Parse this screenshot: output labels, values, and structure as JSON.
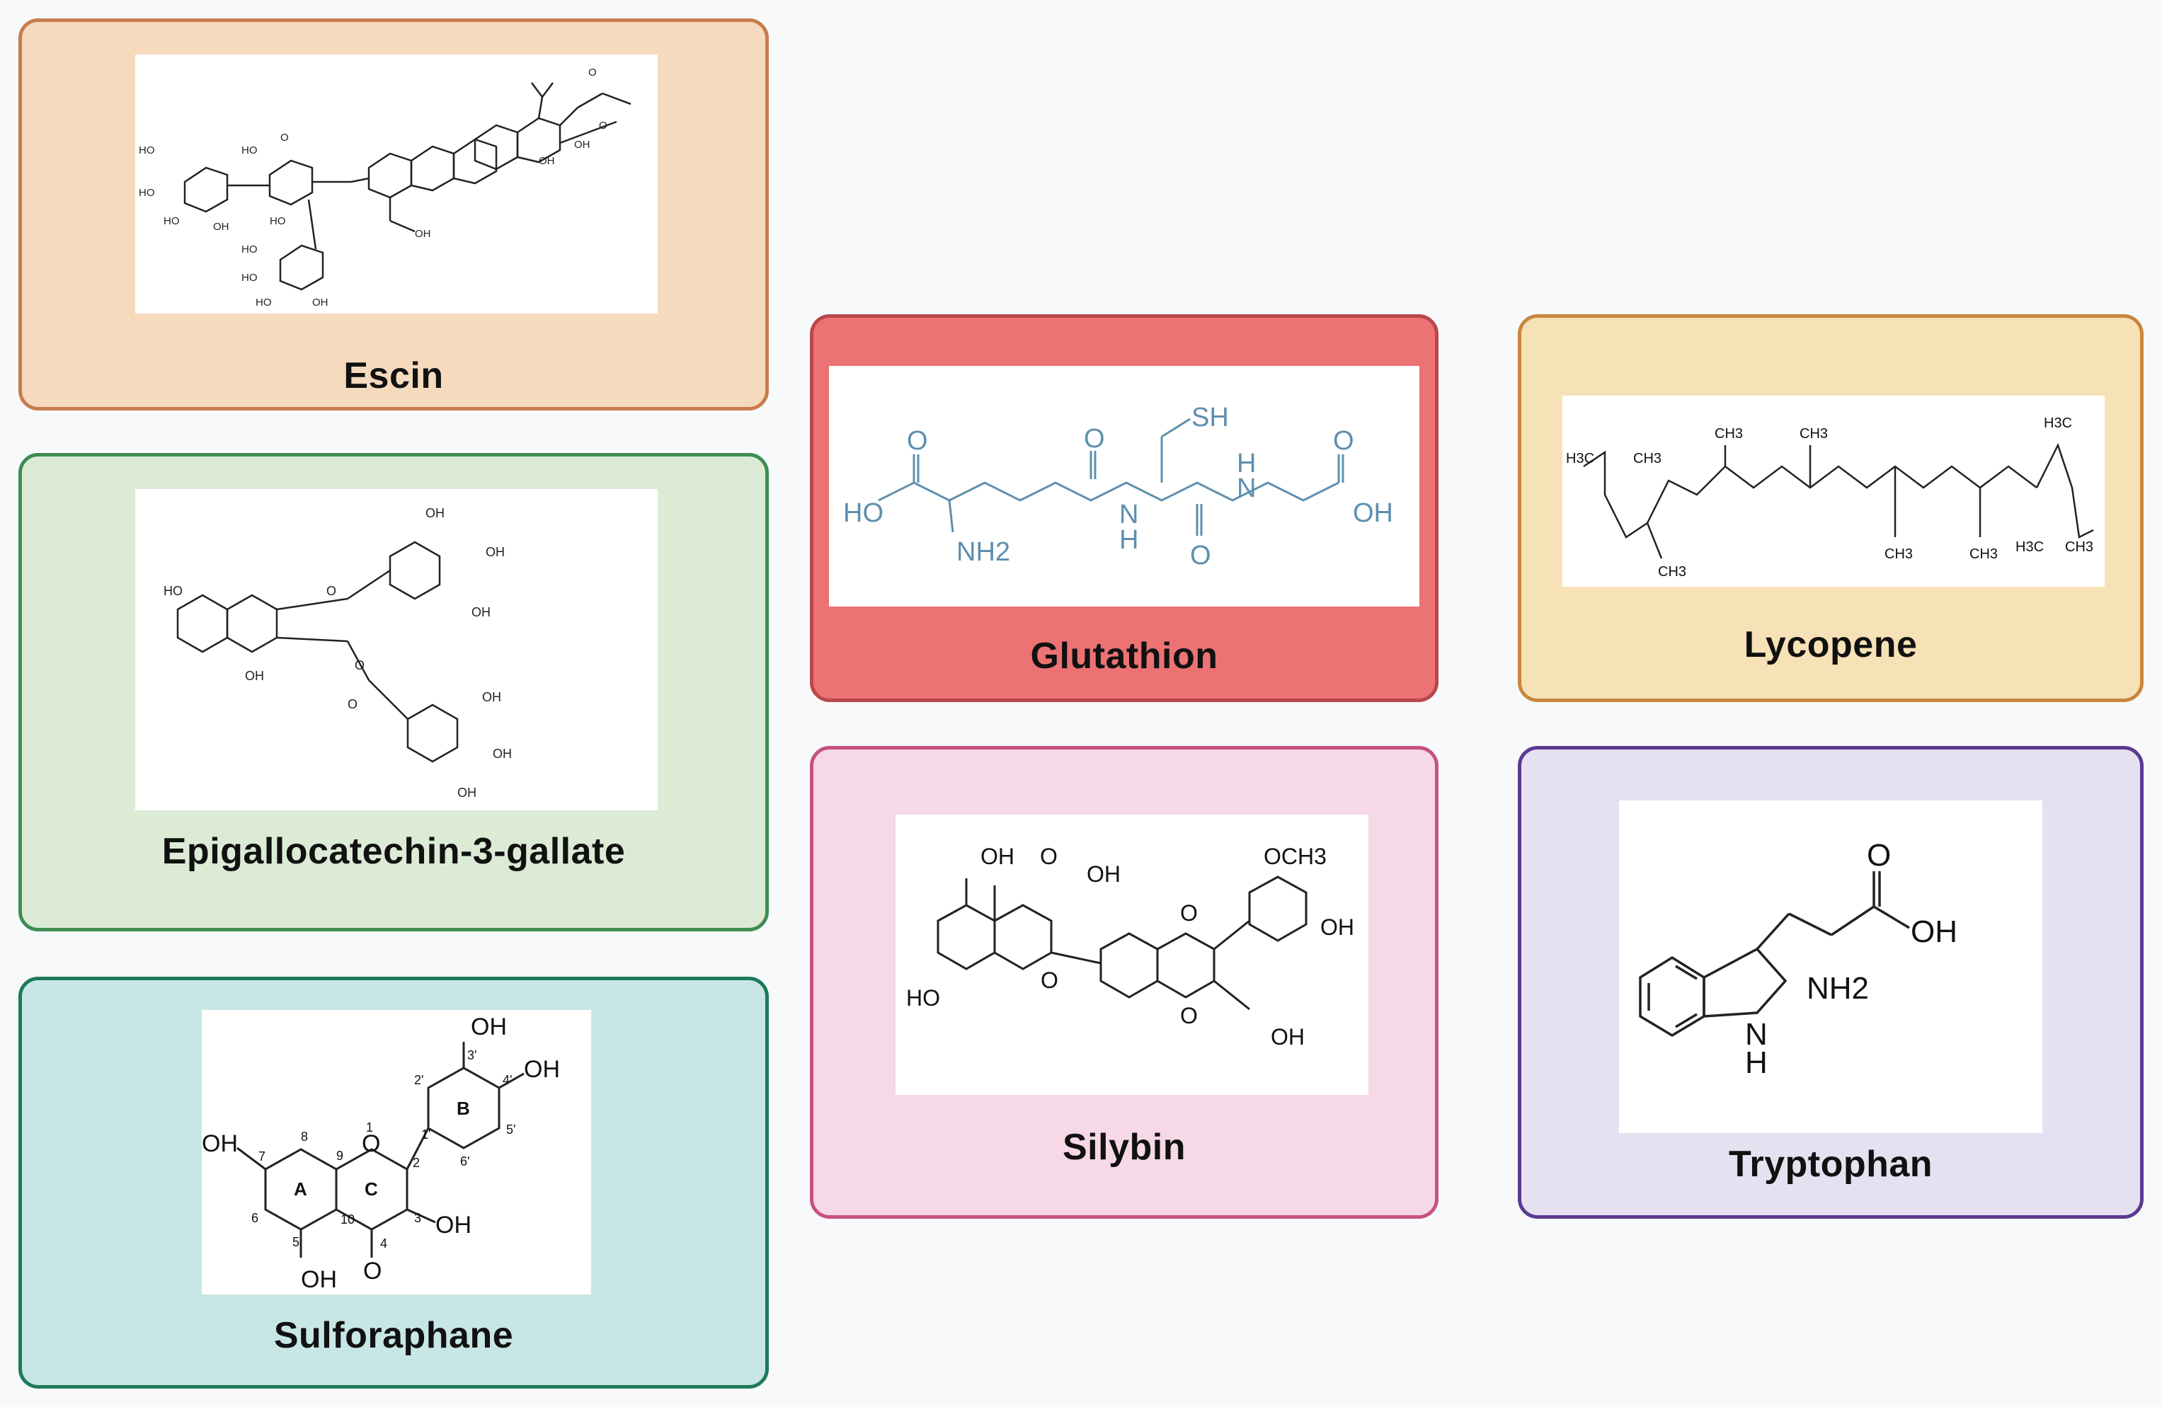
{
  "cards": {
    "escin": {
      "label": "Escin",
      "bg": "#f6dabe",
      "border": "#c87d4a"
    },
    "egcg": {
      "label": "Epigallocatechin-3-gallate",
      "bg": "#dcebd6",
      "border": "#3f8d52"
    },
    "sulforaphane": {
      "label": "Sulforaphane",
      "bg": "#c8e6e6",
      "border": "#1d7a5c",
      "atoms": {
        "oh_top": "OH",
        "oh_right": "OH",
        "oh_left": "OH",
        "oh_c3": "OH",
        "oh_bottom": "OH",
        "o_ring": "O",
        "o_carbonyl": "O",
        "ring_a": "A",
        "ring_b": "B",
        "ring_c": "C"
      },
      "locants": [
        "1",
        "2",
        "3",
        "4",
        "5",
        "6",
        "7",
        "8",
        "9",
        "10",
        "1'",
        "2'",
        "3'",
        "4'",
        "5'",
        "6'"
      ]
    },
    "glutathion": {
      "label": "Glutathion",
      "bg": "#ec7274",
      "border": "#b8484b",
      "atoms": {
        "sh": "SH",
        "ho": "HO",
        "nh2": "NH2",
        "oh": "OH",
        "n1": "N",
        "h1": "H",
        "n2": "N",
        "h2": "H",
        "o1": "O",
        "o2": "O",
        "o3": "O",
        "o4": "O"
      }
    },
    "silybin": {
      "label": "Silybin",
      "bg": "#f7d8e6",
      "border": "#c6537f",
      "atoms": {
        "oh1": "OH",
        "o_keto": "O",
        "oh2": "OH",
        "ho": "HO",
        "o_ring": "O",
        "o_d1": "O",
        "o_d2": "O",
        "och3": "OCH3",
        "oh3": "OH",
        "oh4": "OH"
      }
    },
    "lycopene": {
      "label": "Lycopene",
      "bg": "#f6e2b6",
      "border": "#c8873e",
      "atoms": {
        "h3c_left": "H3C",
        "ch3_a": "CH3",
        "ch3_b": "CH3",
        "ch3_c": "CH3",
        "ch3_d": "CH3",
        "ch3_e": "CH3",
        "ch3_f": "CH3",
        "h3c_right": "H3C",
        "h3c_br": "H3C",
        "ch3_br": "CH3"
      }
    },
    "tryptophan": {
      "label": "Tryptophan",
      "bg": "#e6e1f1",
      "border": "#5b3a91",
      "atoms": {
        "o": "O",
        "oh": "OH",
        "nh2": "NH2",
        "n": "N",
        "h": "H"
      }
    }
  }
}
